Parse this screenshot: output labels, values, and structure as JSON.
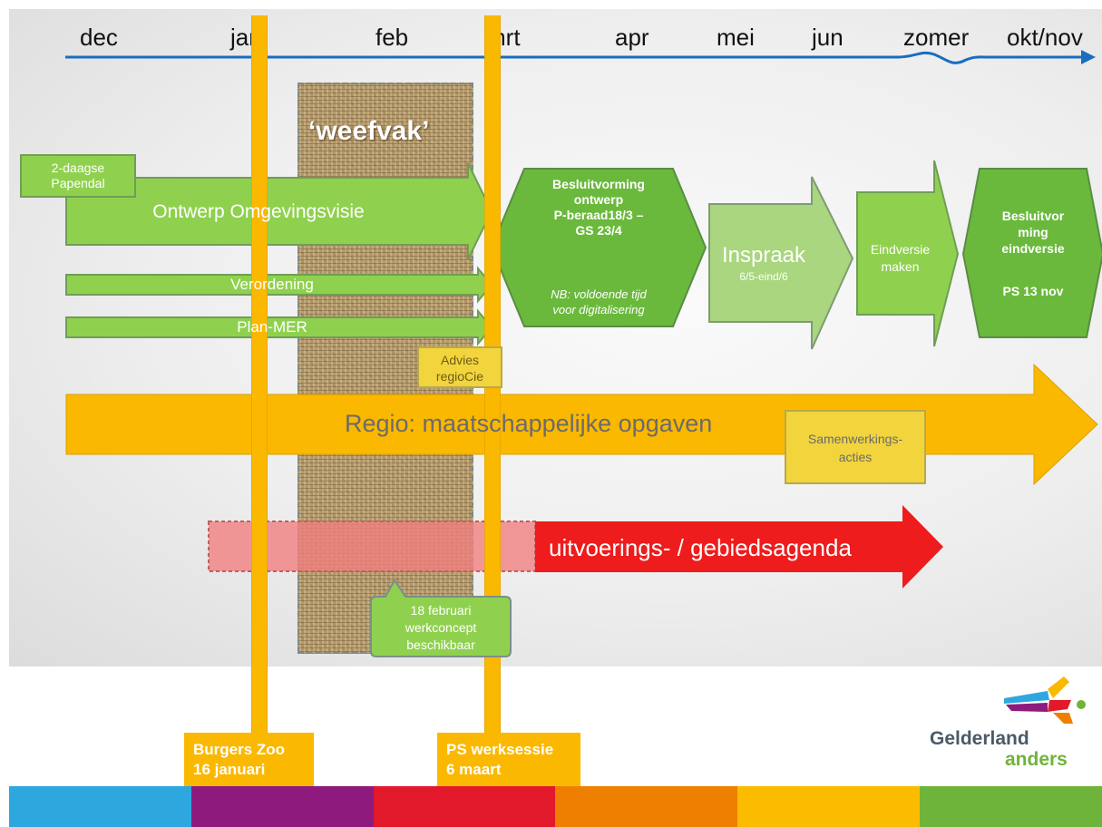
{
  "timeline": {
    "months": [
      "dec",
      "jan",
      "feb",
      "mrt",
      "apr",
      "mei",
      "jun",
      "zomer",
      "okt/nov"
    ]
  },
  "weefvak": {
    "label": "‘weefvak’"
  },
  "tracks": {
    "papendal": "2-daagse\nPapendal",
    "ontwerp": "Ontwerp Omgevingsvisie",
    "verordening": "Verordening",
    "planmer": "Plan-MER",
    "advies": "Advies\nregioCie",
    "regio": "Regio: maatschappelijke opgaven",
    "samenwerking": "Samenwerkings-\nacties",
    "uitvoering": "uitvoerings- / gebiedsagenda",
    "werkconcept": "18 februari\nwerkconcept\nbeschikbaar"
  },
  "phases": {
    "besluit1_title": "Besluitvorming\nontwerp\nP-beraad18/3 –\nGS 23/4",
    "besluit1_note": "NB: voldoende tijd\nvoor digitalisering",
    "inspraak_title": "Inspraak",
    "inspraak_sub": "6/5-eind/6",
    "eindversie": "Eindversie\nmaken",
    "besluit2_title": "Besluitvor\nming\neindversie",
    "besluit2_sub": "PS  13 nov"
  },
  "milestones": {
    "burgers": "Burgers Zoo\n16 januari",
    "ps": "PS werksessie\n6 maart"
  },
  "logo": {
    "line1": "Gelderland",
    "line2": "anders"
  },
  "colors": {
    "green_light": "#8fd14f",
    "green_dark": "#6ab93c",
    "orange": "#fbb800",
    "red": "#ee1c1c",
    "blue": "#1a6dc0",
    "stripe": [
      "#2ea7df",
      "#8e1a7e",
      "#e2192b",
      "#ee7f00",
      "#fbbc00",
      "#6fb43a"
    ]
  }
}
